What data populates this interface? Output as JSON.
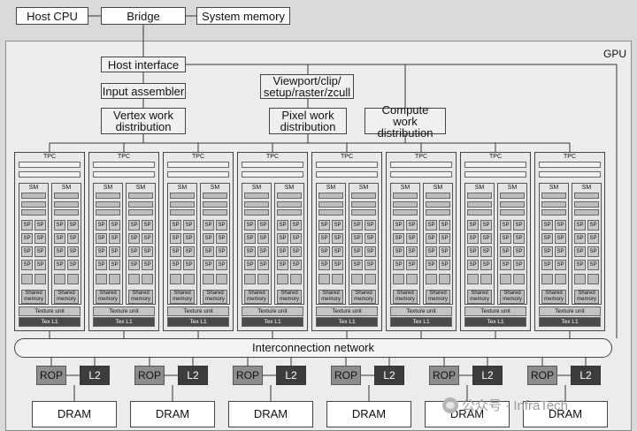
{
  "top": {
    "host_cpu": "Host CPU",
    "bridge": "Bridge",
    "system_memory": "System memory"
  },
  "gpu_label": "GPU",
  "front_end": {
    "host_interface": "Host interface",
    "input_assembler": "Input assembler",
    "vertex_work_distribution": "Vertex work distribution",
    "viewport": "Viewport/clip/ setup/raster/zcull",
    "pixel_work_distribution": "Pixel work distribution",
    "compute_work_distribution": "Compute work distribution"
  },
  "tpc": {
    "title": "TPC",
    "sm_title": "SM",
    "sp_label": "SP",
    "shared_memory": "Shared memory",
    "texture_unit": "Texture unit",
    "tex_l1": "Tex L1"
  },
  "interconnect": "Interconnection network",
  "memory": {
    "rop": "ROP",
    "l2": "L2",
    "dram": "DRAM"
  },
  "watermark": "公众号 · InfraTech",
  "colors": {
    "background": "#d9d9d9",
    "box": "#f0f0f0",
    "rop": "#8d8d8d",
    "l2": "#3d3d3d",
    "tex_l1": "#4a4a4a"
  }
}
